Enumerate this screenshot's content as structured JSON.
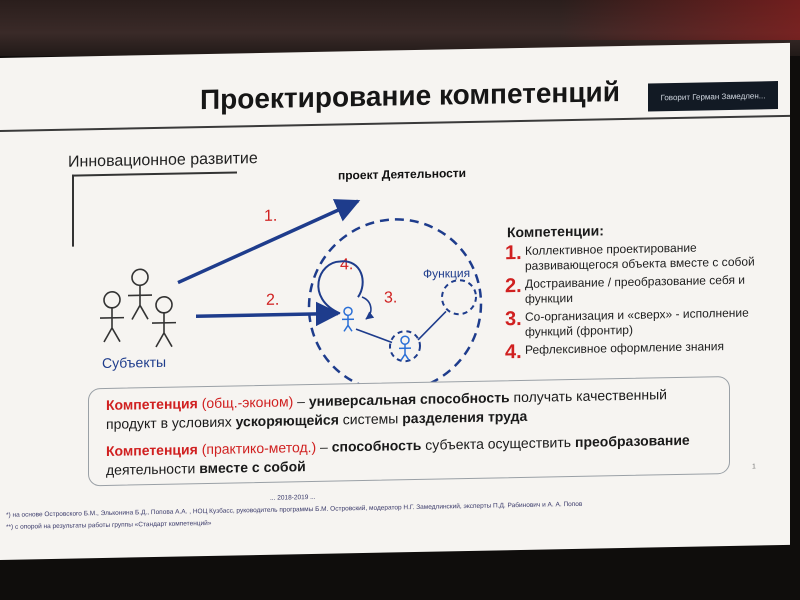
{
  "slide": {
    "title": "Проектирование компетенций",
    "presenter": "Говорит Герман Замедлен...",
    "innovation_label": "Инновационное развитие",
    "project_label": "проект Деятельности",
    "function_label": "Функция",
    "subjects_label": "Субъекты",
    "arrow1_label": "1.",
    "arrow2_label": "2.",
    "loop3_label": "3.",
    "loop4_label": "4.",
    "competencies_heading": "Компетенции:",
    "competencies": [
      {
        "num": "1.",
        "text": "Коллективное проектирование развивающегося объекта вместе с собой"
      },
      {
        "num": "2.",
        "text": "Достраивание / преобразование себя и функции"
      },
      {
        "num": "3.",
        "text": "Со-организация и «сверх» - исполнение функций (фронтир)"
      },
      {
        "num": "4.",
        "text": "Рефлексивное оформление знания"
      }
    ],
    "def1": {
      "term": "Компетенция",
      "qualifier": "(общ.-эконом)",
      "dash": " – ",
      "p1": "универсальная способность",
      "p2": " получать качественный продукт в условиях ",
      "p3": "ускоряющейся",
      "p4": " системы ",
      "p5": "разделения труда"
    },
    "def2": {
      "term": "Компетенция",
      "qualifier": "(практико-метод.)",
      "dash": " – ",
      "p1": "способность",
      "p2": " субъекта осуществить ",
      "p3": "преобразование",
      "p4": " деятельности ",
      "p5": "вместе с собой"
    },
    "footnote_top": "... 2018-2019 ...",
    "footnote1": "*) на основе Островского Б.М., Эльконина Б.Д., Попова А.А.          , НОЦ Кузбасс, руководитель программы Б.М. Островский, модератор Н.Г. Замедлинский, эксперты П.Д. Рабинович и А. А. Попов",
    "footnote2": "**) с опорой на результаты работы группы «Стандарт компетенций»",
    "page_number": "1"
  },
  "colors": {
    "accent_blue": "#1e3c8c",
    "accent_red": "#d02020",
    "figure_blue": "#2a6fd6"
  }
}
